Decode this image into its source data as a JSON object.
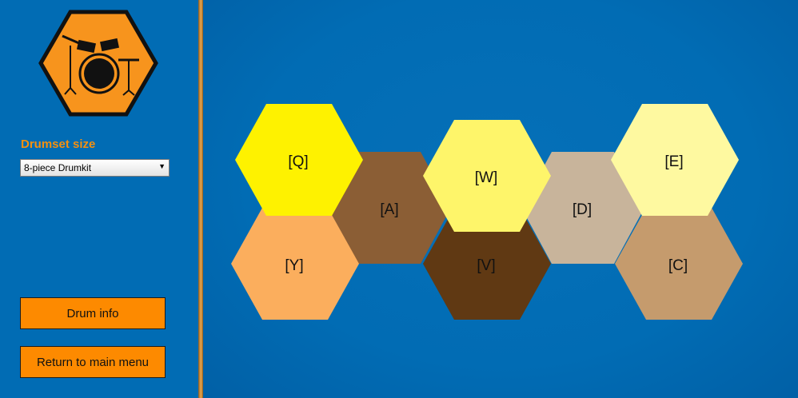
{
  "sidebar": {
    "logo_icon": "drumkit-icon",
    "size_label": "Drumset size",
    "size_select": {
      "selected": "8-piece Drumkit",
      "arrow_icon": "dropdown-arrow-icon"
    },
    "buttons": {
      "info": "Drum info",
      "return": "Return to main menu"
    }
  },
  "pads": [
    {
      "key": "[Q]",
      "color": "#fef200"
    },
    {
      "key": "[A]",
      "color": "#8b5e35"
    },
    {
      "key": "[W]",
      "color": "#fef56a"
    },
    {
      "key": "[D]",
      "color": "#c8b49b"
    },
    {
      "key": "[E]",
      "color": "#fef9a0"
    },
    {
      "key": "[Y]",
      "color": "#fbae5d"
    },
    {
      "key": "[V]",
      "color": "#603913"
    },
    {
      "key": "[C]",
      "color": "#c59b6d"
    }
  ],
  "colors": {
    "background": "#016cb4",
    "accent_orange": "#fd8a00",
    "label_orange": "#f5900f"
  }
}
